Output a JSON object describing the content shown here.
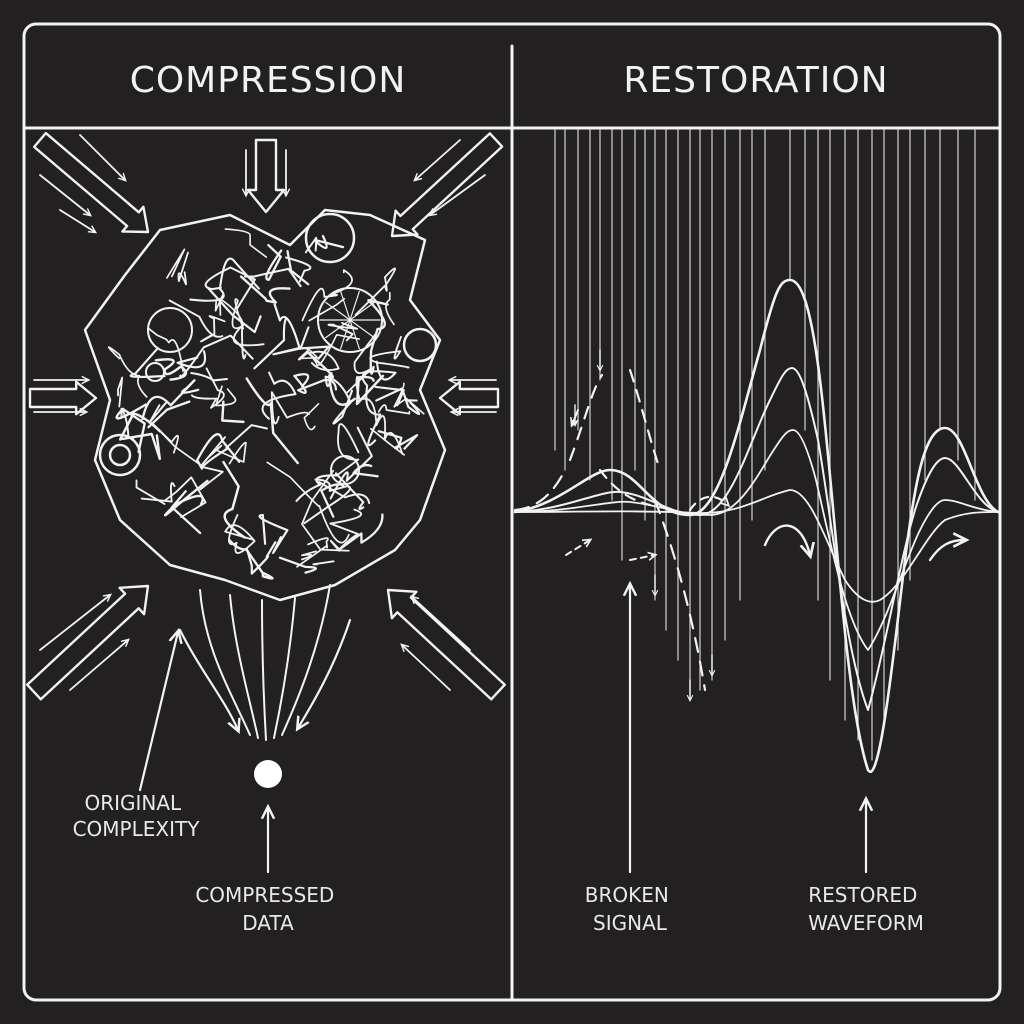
{
  "panels": {
    "left": {
      "title": "COMPRESSION",
      "labels": {
        "original_line1": "ORIGINAL",
        "original_line2": "COMPLEXITY",
        "compressed_line1": "COMPRESSED",
        "compressed_line2": "DATA"
      }
    },
    "right": {
      "title": "RESTORATION",
      "labels": {
        "broken_line1": "BROKEN",
        "broken_line2": "SIGNAL",
        "restored_line1": "RESTORED",
        "restored_line2": "WAVEFORM"
      }
    }
  },
  "colors": {
    "background": "#222021",
    "ink": "#f2f2f2"
  },
  "icons": [
    "inward-arrow-icon",
    "outward-arrow-icon",
    "point-marker-icon"
  ]
}
